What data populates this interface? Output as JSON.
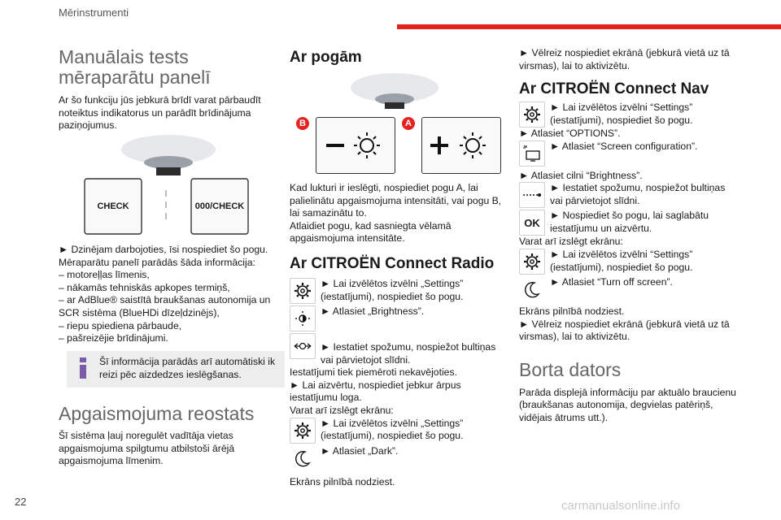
{
  "header": {
    "section": "Mērinstrumenti",
    "page_number": "22"
  },
  "watermark": "carmanualsonline.info",
  "col1": {
    "title1": "Manuālais tests",
    "title2": "mēraparātu panelī",
    "intro": "Ar šo funkciju jūs jebkurā brīdī varat pārbaudīt noteiktus indikatorus un parādīt brīdinājuma paziņojumus.",
    "check_label": "CHECK",
    "check2_label": "000/CHECK",
    "steps": [
      "► Dzinējam darbojoties, īsi nospiediet šo pogu.",
      "Mēraparātu panelī parādās šāda informācija:",
      "– motoreļļas līmenis,",
      "– nākamās tehniskās apkopes termiņš,",
      "– ar AdBlue® saistītā braukšanas autonomija un SCR sistēma (BlueHDi dīzeļdzinējs),",
      "– riepu spiediena pārbaude,",
      "– pašreizējie brīdinājumi."
    ],
    "info": "Šī informācija parādās arī automātiski ik reizi pēc aizdedzes ieslēgšanas.",
    "title_rheo": "Apgaismojuma reostats",
    "rheo_text": "Šī sistēma ļauj noregulēt vadītāja vietas apgaismojuma spilgtumu atbilstoši ārējā apgaismojuma līmenim."
  },
  "col2": {
    "title": "Ar pogām",
    "badge_b": "B",
    "badge_a": "A",
    "text1": "Kad lukturi ir ieslēgti, nospiediet pogu A, lai palielinātu apgaismojuma intensitāti, vai pogu B, lai samazinātu to.",
    "text2": "Atlaidiet pogu, kad sasniegta vēlamā apgaismojuma intensitāte.",
    "title_radio": "Ar CITROËN Connect Radio",
    "r1": "► Lai izvēlētos izvēlni „Settings” (iestatījumi), nospiediet šo pogu.",
    "r2": "► Atlasiet „Brightness”.",
    "r3": "► Iestatiet spožumu, nospiežot bultiņas vai pārvietojot slīdni.",
    "r4": "Iestatījumi tiek piemēroti nekavējoties.",
    "r5": "► Lai aizvērtu, nospiediet jebkur ārpus iestatījumu loga.",
    "r6": "Varat arī izslēgt ekrānu:",
    "r7": "► Lai izvēlētos izvēlni „Settings” (iestatījumi), nospiediet šo pogu.",
    "r8": "► Atlasiet „Dark”.",
    "r9": "Ekrāns pilnībā nodziest."
  },
  "col3": {
    "t1": "► Vēlreiz nospiediet ekrānā (jebkurā vietā uz tā virsmas), lai to aktivizētu.",
    "title_nav": "Ar CITROËN Connect Nav",
    "n1": "► Lai izvēlētos izvēlni “Settings” (iestatījumi), nospiediet šo pogu.",
    "n2": "► Atlasiet “OPTIONS”.",
    "n3": "► Atlasiet “Screen configuration”.",
    "n4": "► Atlasiet cilni “Brightness”.",
    "n5": "► Iestatiet spožumu, nospiežot bultiņas vai pārvietojot slīdni.",
    "ok_label": "OK",
    "n6": "► Nospiediet šo pogu, lai saglabātu iestatījumu un aizvērtu.",
    "n7": "Varat arī izslēgt ekrānu:",
    "n8": "► Lai izvēlētos izvēlni “Settings” (iestatījumi), nospiediet šo pogu.",
    "n9": "► Atlasiet “Turn off screen”.",
    "n10": "Ekrāns pilnībā nodziest.",
    "n11": "► Vēlreiz nospiediet ekrānā (jebkurā vietā uz tā virsmas), lai to aktivizētu.",
    "title_board": "Borta dators",
    "board_text": "Parāda displejā informāciju par aktuālo braucienu (braukšanas autonomija, degvielas patēriņš, vidējais ātrums utt.)."
  }
}
